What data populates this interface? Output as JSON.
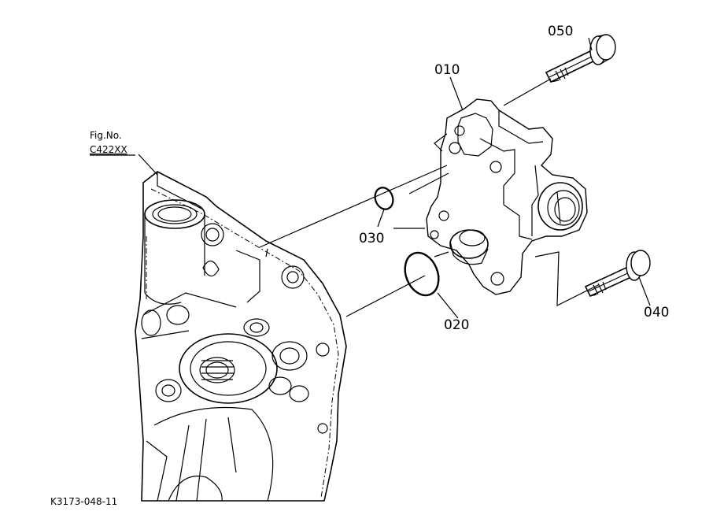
{
  "figure_ref": {
    "line1": "Fig.No.",
    "line2": "C422XX"
  },
  "parts": [
    {
      "callout": "050",
      "name": "bolt"
    },
    {
      "callout": "010",
      "name": "housing"
    },
    {
      "callout": "030",
      "name": "o-ring"
    },
    {
      "callout": "020",
      "name": "o-ring"
    },
    {
      "callout": "040",
      "name": "bolt"
    }
  ],
  "drawing_id": "K3173-048-11"
}
